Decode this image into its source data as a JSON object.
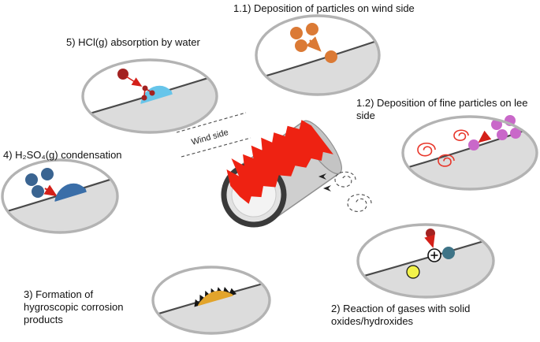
{
  "labels": {
    "step_1_1": "1.1) Deposition of particles on wind side",
    "step_1_2": "1.2) Deposition of fine particles on lee side",
    "step_2": "2) Reaction of gases with solid oxides/hydroxides",
    "step_3": "3) Formation of hygroscopic corrosion products",
    "step_4": "4) H₂SO₄(g) condensation",
    "step_5": "5) HCl(g) absorption by water",
    "wind_side": "Wind side"
  },
  "colors": {
    "particle_orange": "#DB7A35",
    "particle_violet": "#C968C9",
    "particle_blue": "#3A6491",
    "particle_darkred": "#A32221",
    "particle_teal": "#3E7487",
    "particle_yellow": "#F2F24B",
    "dome_blue": "#3A6EA8",
    "dome_lightblue": "#67C5EA",
    "blob_gold": "#E2A42B",
    "corrosion_red": "#EE2212",
    "arrow_red": "#D42019",
    "swirl_red": "#E8362A",
    "ellipse_stroke": "#B3B3B3",
    "surface_fill": "#DCDCDC",
    "surface_line": "#4A4A4A",
    "pipe_fill": "#CFCFCF",
    "pipe_ring": "#3A3A3A"
  }
}
